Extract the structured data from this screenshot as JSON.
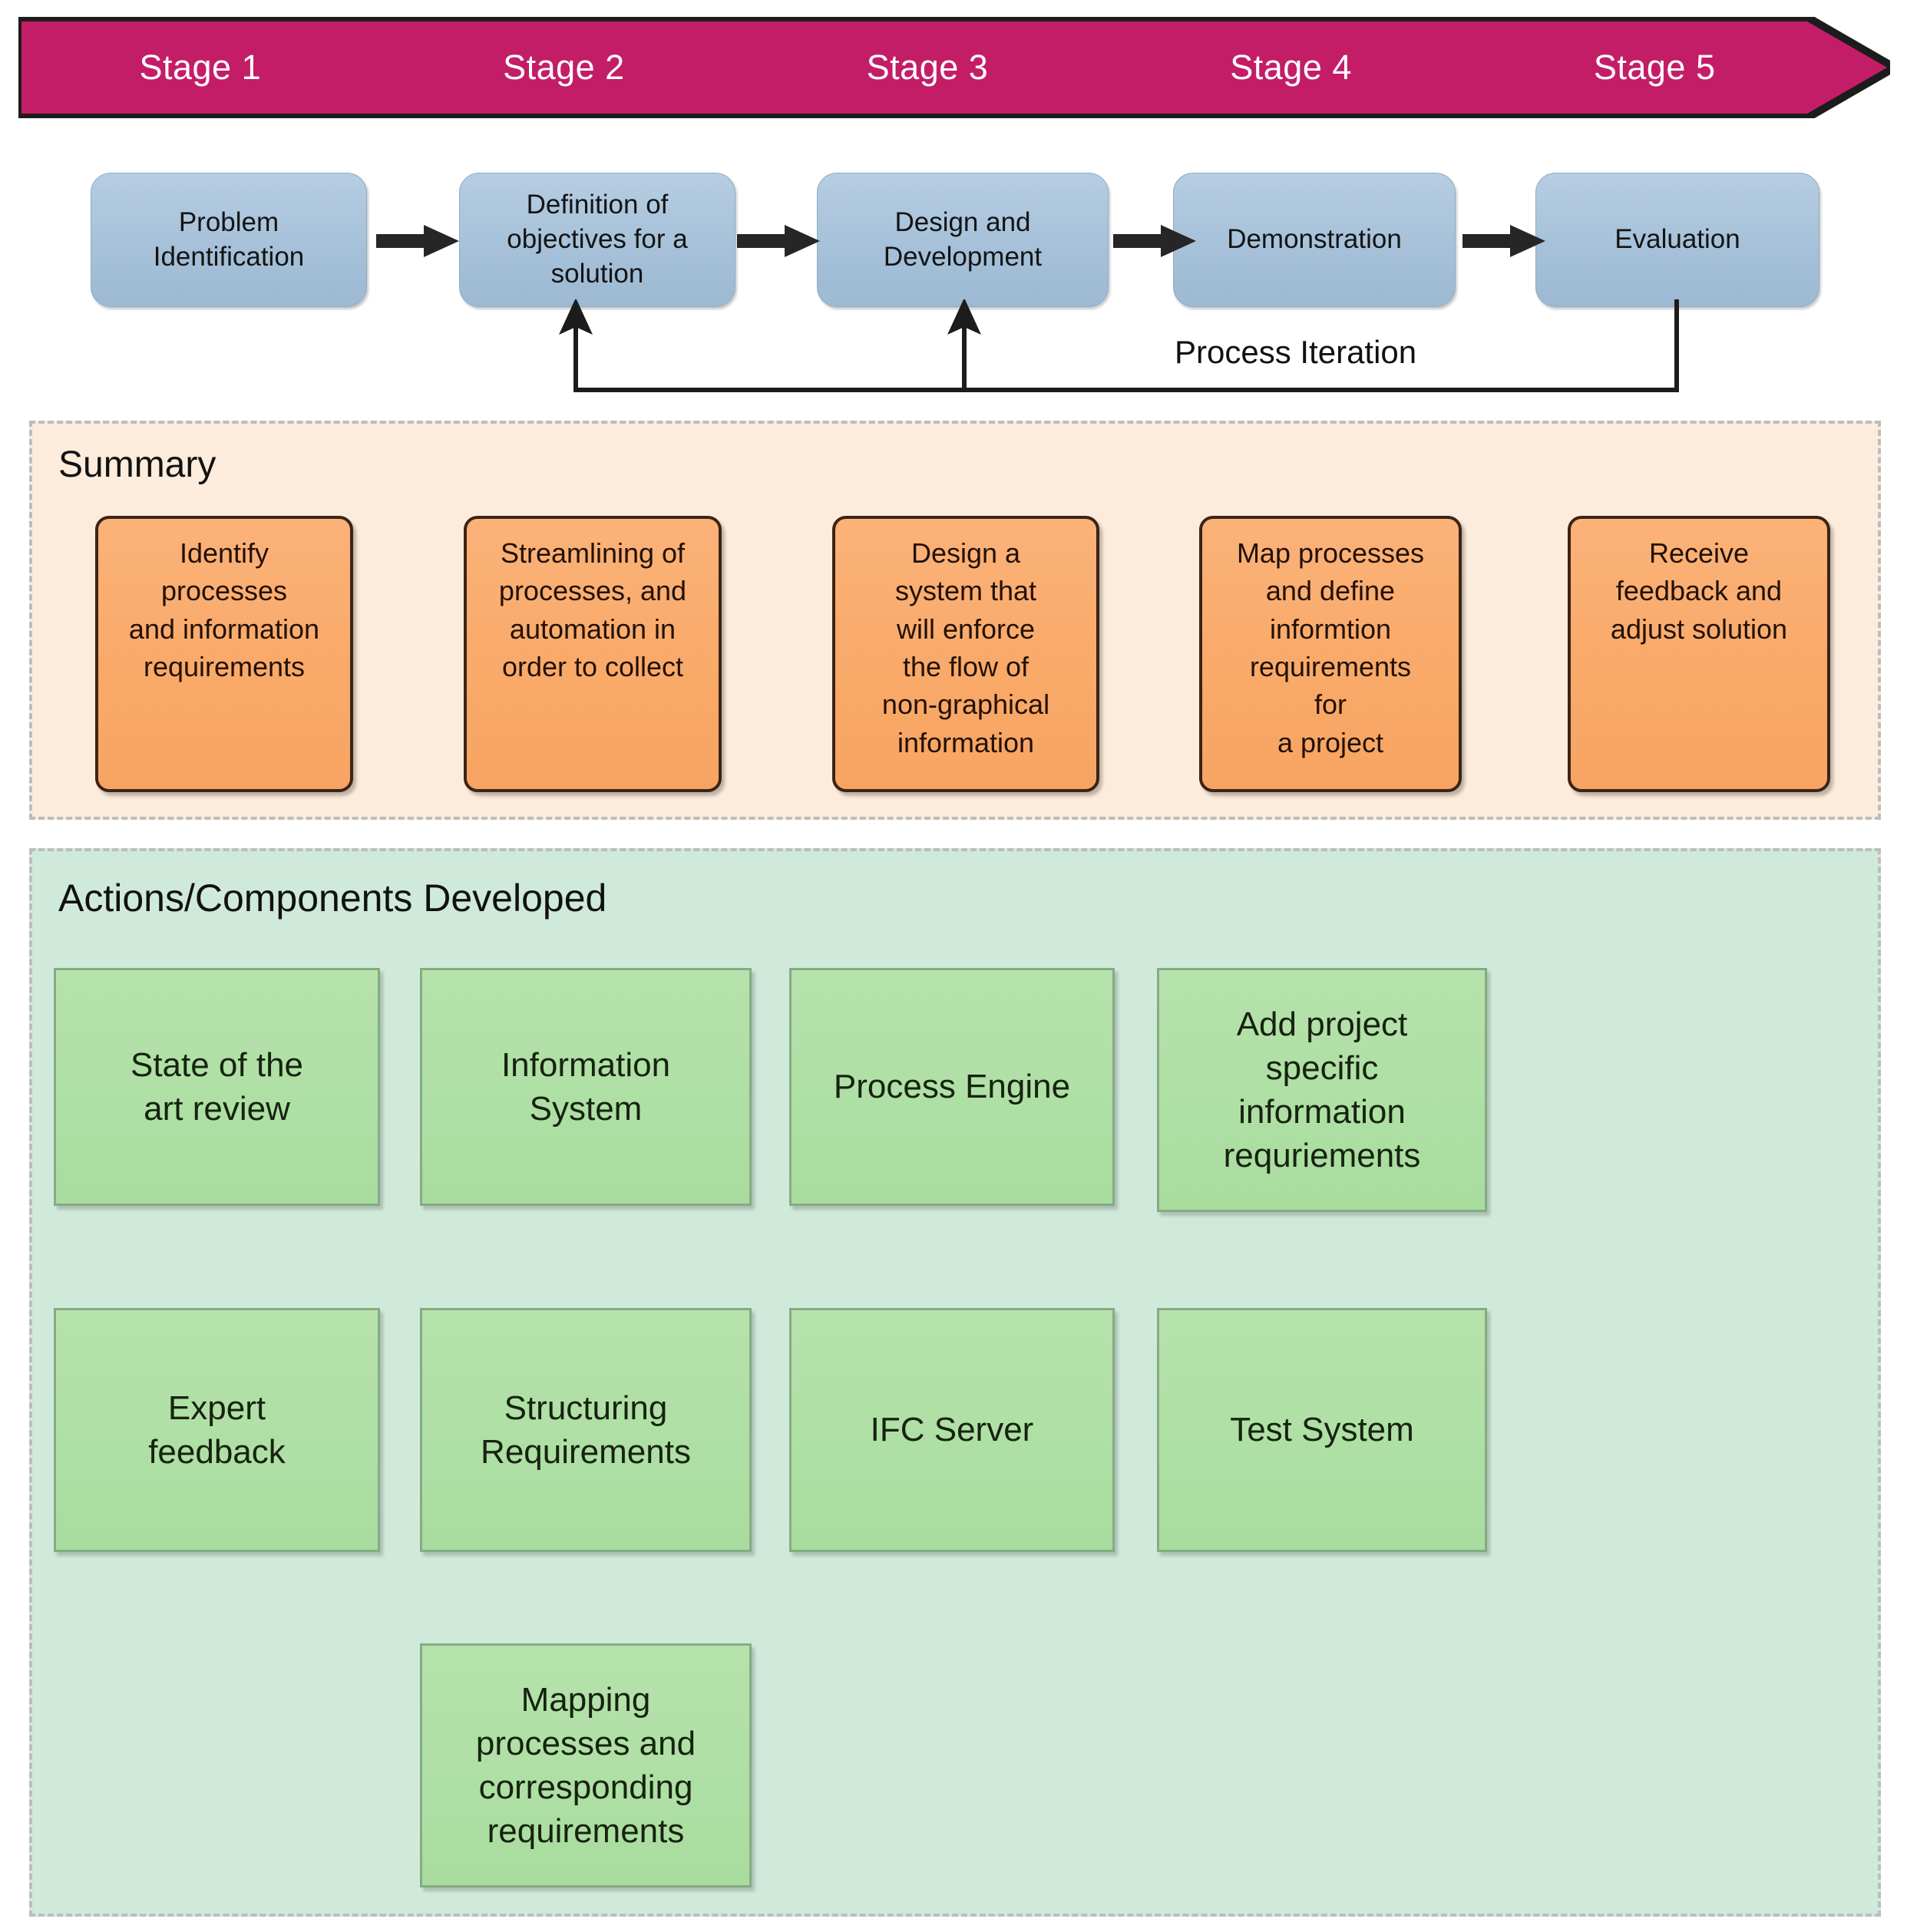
{
  "banner": {
    "name": "stage-banner",
    "fill_color": "#c41d67",
    "border_color": "#1c1c1c",
    "text_color": "#ffffff",
    "stages": [
      "Stage 1",
      "Stage 2",
      "Stage 3",
      "Stage 4",
      "Stage 5"
    ]
  },
  "process": {
    "box_color": "#a8c3dc",
    "arrow_color": "#262626",
    "boxes": [
      {
        "label": "Problem\nIdentification"
      },
      {
        "label": "Definition of\nobjectives for a\nsolution"
      },
      {
        "label": "Design and\nDevelopment"
      },
      {
        "label": "Demonstration"
      },
      {
        "label": "Evaluation"
      }
    ],
    "iteration_label": "Process Iteration"
  },
  "summary": {
    "title": "Summary",
    "panel_color": "#fdecdc",
    "box_color": "#f9ac6b",
    "box_border_color": "#3c2415",
    "boxes": [
      {
        "label": "Identify\nprocesses\nand information\nrequirements"
      },
      {
        "label": "Streamlining of\nprocesses, and\nautomation in\norder to collect"
      },
      {
        "label": "Design a\nsystem that\nwill enforce\nthe flow of\nnon-graphical\ninformation"
      },
      {
        "label": "Map processes\nand define\ninformtion\nrequirements\nfor\na project"
      },
      {
        "label": "Receive\nfeedback and\nadjust solution"
      }
    ]
  },
  "actions": {
    "title": "Actions/Components Developed",
    "panel_color": "#cfeadb",
    "box_color": "#ade0a8",
    "box_border_color": "#86ab83",
    "row1": [
      {
        "label": "State of the\nart review"
      },
      {
        "label": "Information\nSystem"
      },
      {
        "label": "Process Engine"
      },
      {
        "label": "Add project\nspecific\ninformation\nrequriements"
      }
    ],
    "row2": [
      {
        "label": "Expert\nfeedback"
      },
      {
        "label": "Structuring\nRequirements"
      },
      {
        "label": "IFC Server"
      },
      {
        "label": "Test System"
      }
    ],
    "row3": [
      {
        "label": "Mapping\nprocesses and\ncorresponding\nrequirements"
      }
    ]
  }
}
